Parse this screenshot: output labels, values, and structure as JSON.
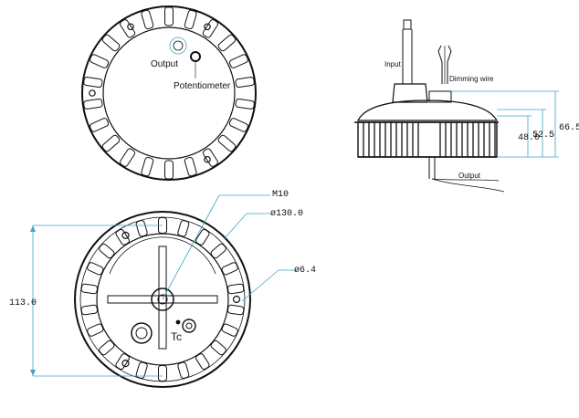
{
  "top_view": {
    "output_label": "Output",
    "potentiometer_label": "Potentiometer"
  },
  "side_view": {
    "input_label": "Input",
    "dimming_label": "Dimming wire",
    "output_label": "Output",
    "dim_48": "48.0",
    "dim_52_5": "52.5",
    "dim_66_5": "66.5"
  },
  "bottom_view": {
    "m10_label": "M10",
    "dia_130_label": "ø130.0",
    "dia_6_4_label": "ø6.4",
    "height_label": "113.0",
    "tc_label": "Tc"
  },
  "colors": {
    "ink": "#111111",
    "dimension": "#3aa6c9",
    "background": "#ffffff"
  }
}
